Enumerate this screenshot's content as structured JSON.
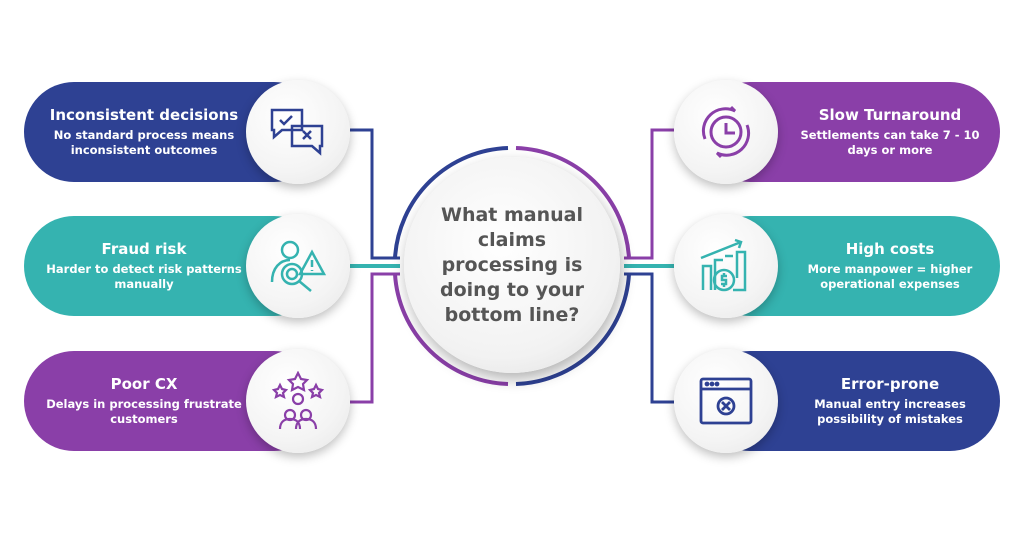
{
  "title": "What manual claims processing is doing to your bottom line?",
  "colors": {
    "blue": "#2e4193",
    "teal": "#35b3b0",
    "purple": "#8a3fa8"
  },
  "left": [
    {
      "title": "Inconsistent decisions",
      "desc": "No standard process means inconsistent outcomes",
      "icon": "chat-check-x-icon"
    },
    {
      "title": "Fraud risk",
      "desc": "Harder to detect risk patterns manually",
      "icon": "fraud-search-icon"
    },
    {
      "title": "Poor CX",
      "desc": "Delays in processing frustrate customers",
      "icon": "customers-stars-icon"
    }
  ],
  "right": [
    {
      "title": "Slow Turnaround",
      "desc": "Settlements can take 7 - 10 days or more",
      "icon": "clock-cycle-icon"
    },
    {
      "title": "High costs",
      "desc": "More manpower = higher operational expenses",
      "icon": "rising-cost-icon"
    },
    {
      "title": "Error-prone",
      "desc": "Manual entry increases possibility of mistakes",
      "icon": "window-error-icon"
    }
  ]
}
